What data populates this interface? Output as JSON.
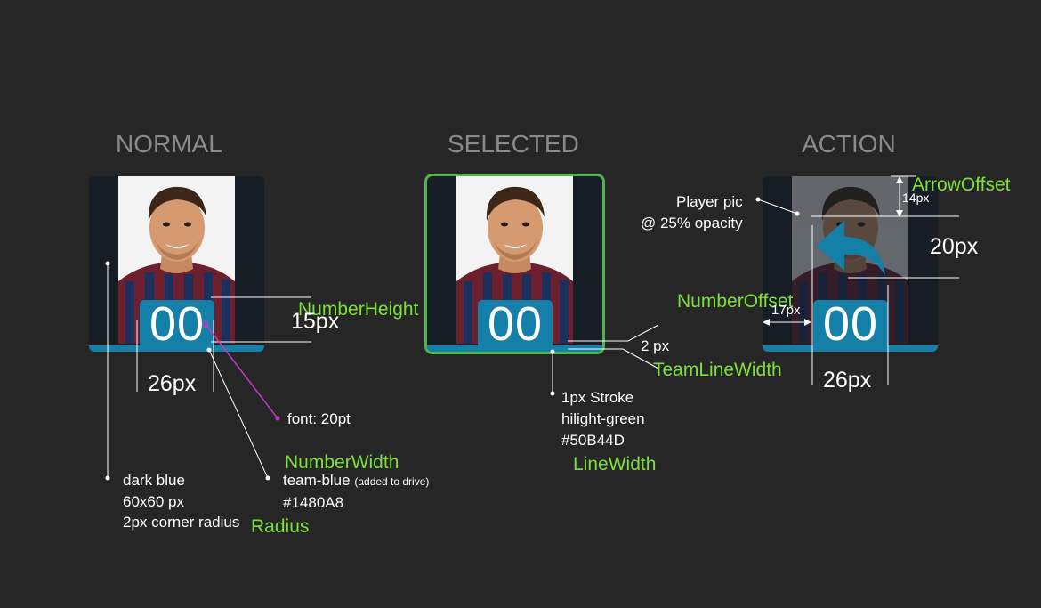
{
  "states": {
    "normal": {
      "title": "NORMAL",
      "number": "00"
    },
    "selected": {
      "title": "SELECTED",
      "number": "00"
    },
    "action": {
      "title": "ACTION",
      "number": "00"
    }
  },
  "annotations": {
    "number_height_px": "15px",
    "number_width_px": "26px",
    "font": "font: 20pt",
    "number_width_label": "NumberWidth",
    "number_height_label": "NumberHeight",
    "team_blue_name": "team-blue",
    "team_blue_note": "(added to drive)",
    "team_blue_hex": "#1480A8",
    "dark_blue_name": "dark blue",
    "dark_blue_size": "60x60 px",
    "dark_blue_radius": "2px corner radius",
    "radius_label": "Radius",
    "team_line_px": "2 px",
    "team_line_label": "TeamLineWidth",
    "stroke_desc": "1px Stroke",
    "stroke_name": "hilight-green",
    "stroke_hex": "#50B44D",
    "line_width_label": "LineWidth",
    "player_pic": "Player pic",
    "player_pic_opacity": "@ 25% opacity",
    "arrow_offset_px": "14px",
    "arrow_offset_label": "ArrowOffset",
    "arrow_size_px": "20px",
    "number_offset_label": "NumberOffset",
    "number_offset_px": "17px",
    "action_number_width_px": "26px"
  },
  "colors": {
    "background": "#262626",
    "dark_blue": "#161d24",
    "team_blue": "#1480A8",
    "hilight_green": "#50B44D",
    "annotation_green": "#7de03a",
    "pointer_magenta": "#c03cc8"
  }
}
